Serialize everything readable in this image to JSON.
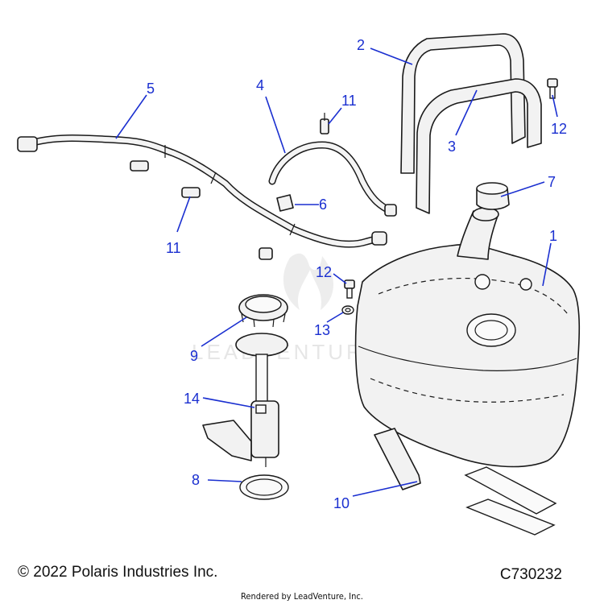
{
  "diagram": {
    "callouts": {
      "c1": "1",
      "c2": "2",
      "c3": "3",
      "c4": "4",
      "c5": "5",
      "c6": "6",
      "c7": "7",
      "c8": "8",
      "c9": "9",
      "c10": "10",
      "c11a": "11",
      "c11b": "11",
      "c12a": "12",
      "c12b": "12",
      "c13": "13",
      "c14": "14"
    },
    "watermark": "LEADVENTURE",
    "callout_color": "#1a2fd0"
  },
  "footer": {
    "copyright": "© 2022 Polaris Industries Inc.",
    "code": "C730232",
    "rendered_by": "Rendered by LeadVenture, Inc."
  }
}
